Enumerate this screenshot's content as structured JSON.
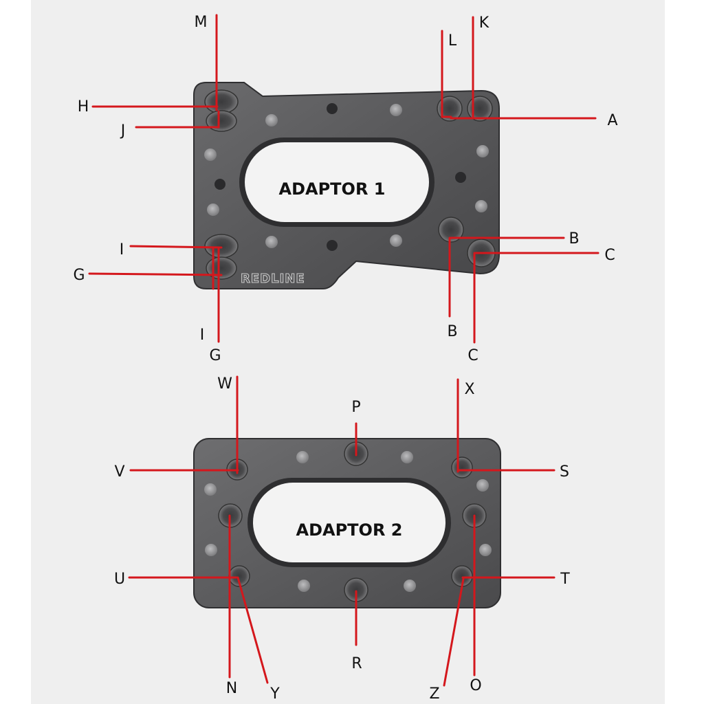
{
  "plates": [
    {
      "title": "ADAPTOR 1",
      "brand": "REDLINE"
    },
    {
      "title": "ADAPTOR 2"
    }
  ],
  "labels": {
    "A": "A",
    "B1": "B",
    "B2": "B",
    "C1": "C",
    "C2": "C",
    "G1": "G",
    "G2": "G",
    "H": "H",
    "I1": "I",
    "I2": "I",
    "J": "J",
    "K": "K",
    "L": "L",
    "M": "M",
    "N": "N",
    "O": "O",
    "P": "P",
    "R": "R",
    "S": "S",
    "T": "T",
    "U": "U",
    "V": "V",
    "W": "W",
    "X": "X",
    "Y": "Y",
    "Z": "Z"
  },
  "colors": {
    "backdrop": "#efefef",
    "plate": "#5a5a5c",
    "plate_dark": "#3e3e40",
    "leader": "#d4171c"
  }
}
